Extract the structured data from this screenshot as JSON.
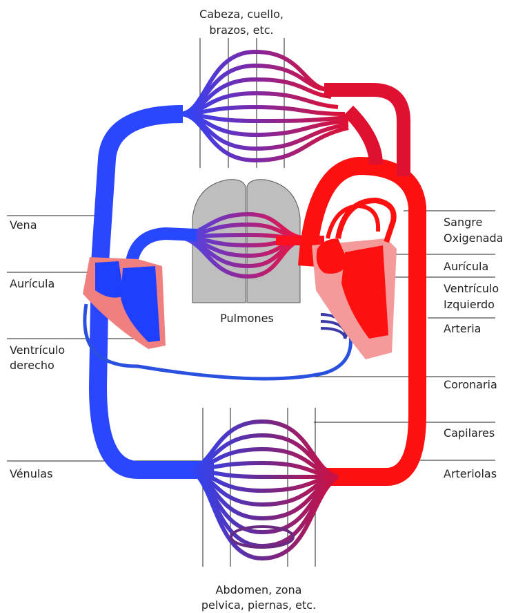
{
  "diagram": {
    "labels": {
      "head": [
        "Cabeza, cuello,",
        "brazos, etc."
      ],
      "vein": "Vena",
      "right_atrium": "Aurícula",
      "right_ventricle": [
        "Ventrículo",
        "derecho"
      ],
      "lungs": "Pulmones",
      "oxygenated_blood": [
        "Sangre",
        "Oxigenada"
      ],
      "left_atrium": "Aurícula",
      "left_ventricle": [
        "Ventrículo",
        "Izquierdo"
      ],
      "artery": "Arteria",
      "coronary": "Coronaria",
      "capillaries": "Capilares",
      "venules": "Vénulas",
      "arterioles": "Arteriolas",
      "lower_body": [
        "Abdomen, zona",
        "pelvica, piernas, etc."
      ]
    },
    "colors": {
      "deoxygenated": "#1f3fff",
      "oxygenated": "#ff1010",
      "mixed": "#7a2a9a",
      "heart_outline": "#f08080",
      "lungs": "#bebebe"
    }
  }
}
